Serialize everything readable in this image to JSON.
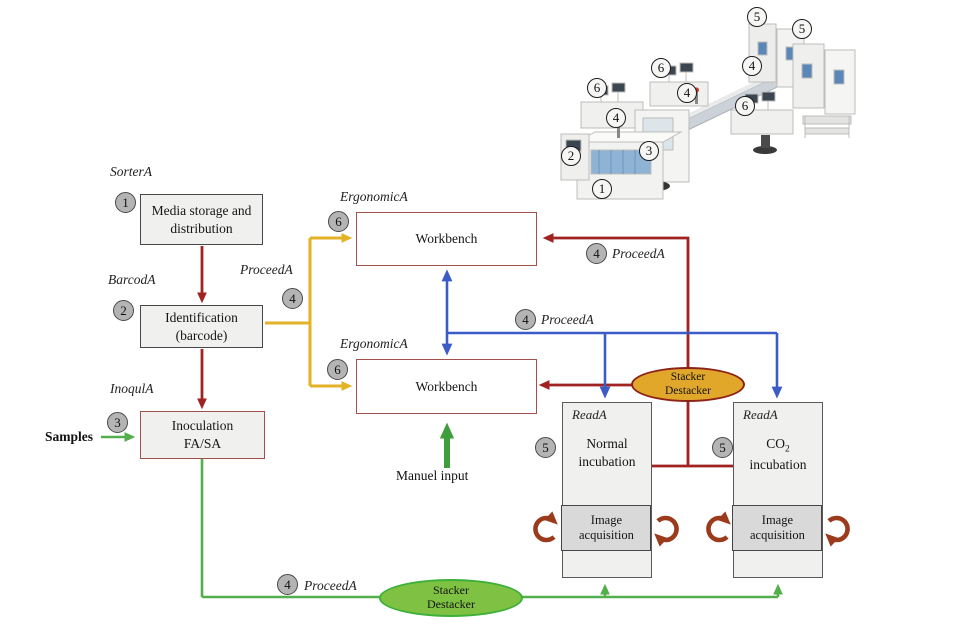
{
  "steps": {
    "s1": "1",
    "s2": "2",
    "s3": "3",
    "s4": "4",
    "s5": "5",
    "s6": "6"
  },
  "labels": {
    "sorterA": "SorterA",
    "barcodA": "BarcodA",
    "inoqulA": "InoqulA",
    "proceedA": "ProceedA",
    "ergonomicA": "ErgonomicA",
    "readA": "ReadA"
  },
  "nodes": {
    "media_storage": {
      "title": "Media storage and distribution"
    },
    "identification": {
      "title": "Identification (barcode)"
    },
    "inoculation": {
      "line1": "Inoculation",
      "line2": "FA/SA"
    },
    "workbench": {
      "title": "Workbench"
    },
    "normal_incubation": {
      "title": "Normal incubation",
      "subbox": "Image acquisition"
    },
    "co2_incubation": {
      "pre": "CO",
      "sub2": "2",
      "line2": "incubation",
      "subbox": "Image acquisition"
    }
  },
  "ellipses": {
    "stacker": "Stacker Destacker"
  },
  "texts": {
    "samples": "Samples",
    "manual_input": "Manuel input"
  },
  "colors": {
    "red": "#a02221",
    "yellow": "#e3b226",
    "blue": "#3b5bc7",
    "green": "#53ae4c",
    "greenDark": "#3f9e3c",
    "brown": "#9c3a1c",
    "orangeFill": "#e0a72a",
    "orangeBorder": "#8e2218",
    "greenFill": "#7ec143",
    "greenBorder": "#3cb038",
    "boxBorderRed": "#a0524a",
    "grayFill": "#f0f0ef"
  }
}
